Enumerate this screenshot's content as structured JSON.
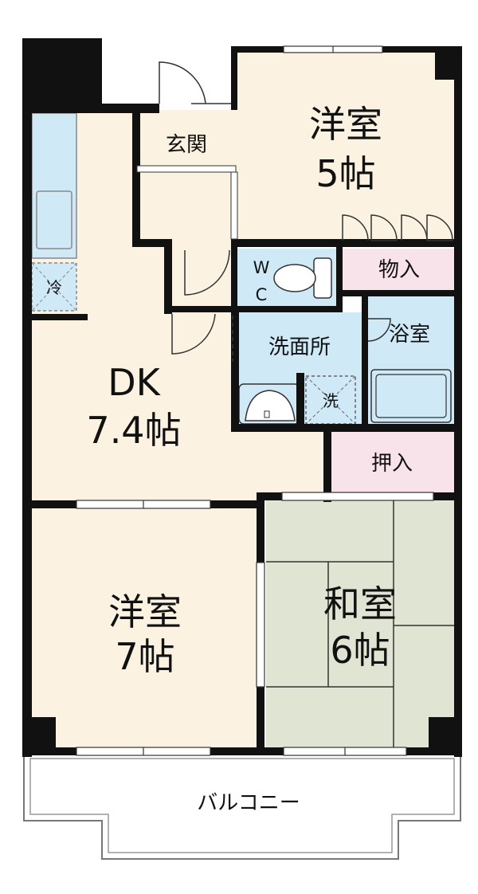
{
  "rooms": {
    "yoshitsu_north": {
      "name": "洋室",
      "size": "5帖"
    },
    "genkan": {
      "name": "玄関"
    },
    "wc": {
      "line1": "W",
      "line2": "C"
    },
    "monoire": {
      "name": "物入"
    },
    "senmenjo": {
      "name": "洗面所"
    },
    "yokushitsu": {
      "name": "浴室"
    },
    "sentaku": {
      "name": "洗"
    },
    "reizouko": {
      "name": "冷"
    },
    "dk": {
      "name": "DK",
      "size": "7.4帖"
    },
    "oshiire": {
      "name": "押入"
    },
    "yoshitsu_south": {
      "name": "洋室",
      "size": "7帖"
    },
    "washitsu": {
      "name": "和室",
      "size": "6帖"
    },
    "balcony": {
      "name": "バルコニー"
    }
  },
  "colors": {
    "wall": "#111111",
    "western_floor": "#fbf2e2",
    "wet_area": "#cfe9f6",
    "storage": "#f9e3ea",
    "tatami": "#dfe5d2",
    "window": "#ffffff",
    "outline": "#888888"
  }
}
